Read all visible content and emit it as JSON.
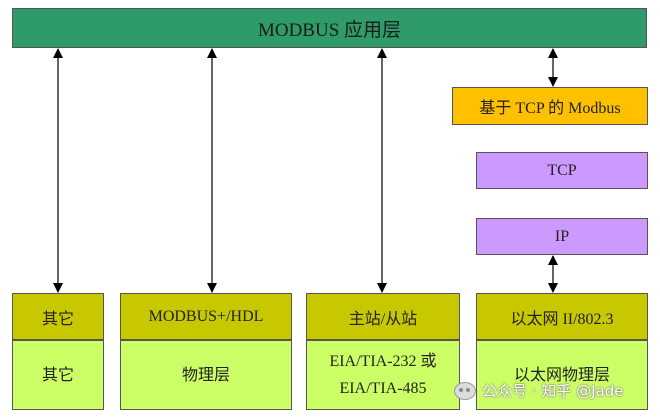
{
  "top": {
    "label": "MODBUS 应用层"
  },
  "tcp_modbus": {
    "label": "基于 TCP 的 Modbus"
  },
  "tcp": {
    "label": "TCP"
  },
  "ip": {
    "label": "IP"
  },
  "columns": [
    {
      "upper": "其它",
      "lower": [
        "其它"
      ]
    },
    {
      "upper": "MODBUS+/HDL",
      "lower": [
        "物理层"
      ]
    },
    {
      "upper": "主站/从站",
      "lower": [
        "EIA/TIA-232 或",
        "EIA/TIA-485"
      ]
    },
    {
      "upper": "以太网 II/802.3",
      "lower": [
        "以太网物理层"
      ]
    }
  ],
  "watermark": {
    "text": "公众号 · 知乎 @Jade"
  },
  "colors": {
    "top": "#2e9b68",
    "tcp_modbus": "#ffc000",
    "purple": "#cc99ff",
    "olive": "#c8c800",
    "light_green": "#ccff66"
  }
}
